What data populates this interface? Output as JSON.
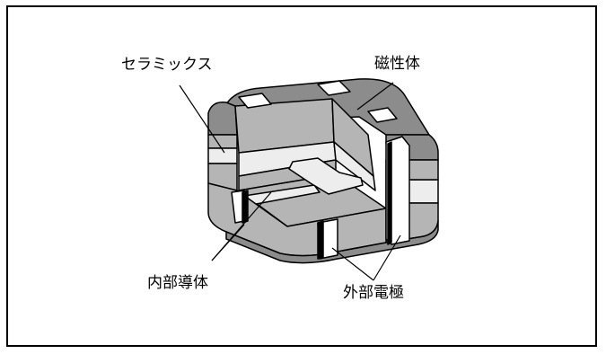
{
  "labels": {
    "ceramics": "セラミックス",
    "magnetic": "磁性体",
    "inner_conductor": "内部導体",
    "outer_electrode": "外部電極"
  },
  "colors": {
    "dark": "#8c8c8c",
    "medium": "#b5b5b5",
    "light": "#ededed",
    "electrode": "#ffffff",
    "outline": "#000000"
  }
}
